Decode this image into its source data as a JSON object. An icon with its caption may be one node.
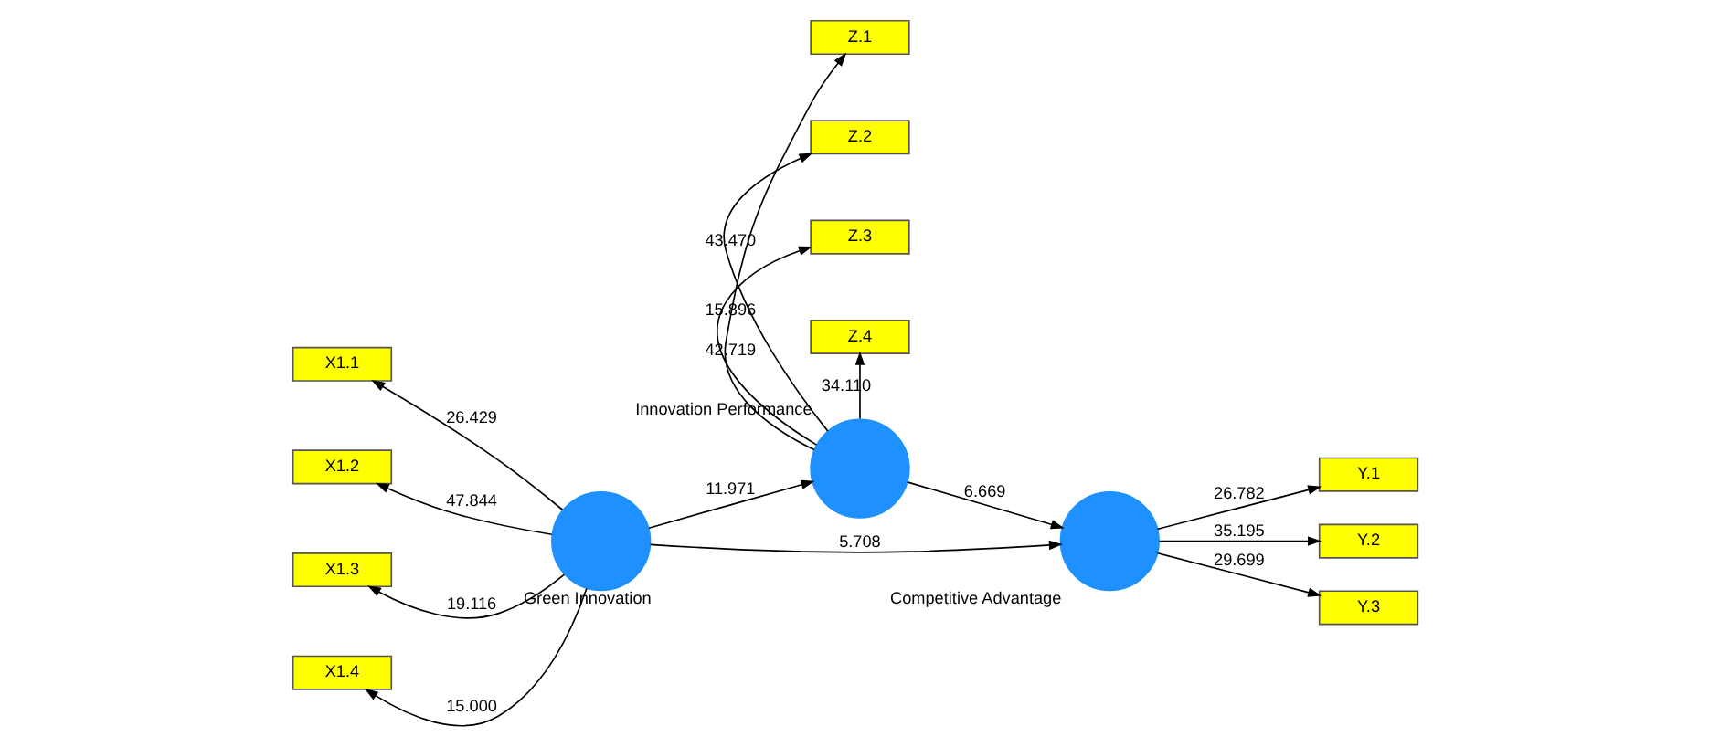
{
  "diagram": {
    "nodes": [
      {
        "text": [
          "Z.1"
        ]
      },
      {
        "text": [
          "Z.2"
        ]
      },
      {
        "text": [
          "Z.3"
        ]
      },
      {
        "text": [
          "Z.4"
        ]
      },
      {
        "text": [],
        "shape": "circle",
        "beside": [
          "Innovation Performance"
        ]
      },
      {
        "text": [
          "X1.1"
        ]
      },
      {
        "text": [
          "X1.2"
        ]
      },
      {
        "text": [
          "X1.3"
        ]
      },
      {
        "text": [
          "X1.4"
        ]
      },
      {
        "text": [],
        "shape": "circle",
        "beside": [
          "Green Innovation"
        ]
      },
      {
        "text": [
          "Y.1"
        ]
      },
      {
        "text": [
          "Y.2"
        ]
      },
      {
        "text": [
          "Y.3"
        ]
      },
      {
        "text": [],
        "shape": "circle",
        "beside": [
          "Competitive Advantage"
        ]
      }
    ],
    "edges": [
      {
        "from": 4,
        "to": 0,
        "arrow": "to",
        "label": "42.719"
      },
      {
        "from": 4,
        "to": 1,
        "arrow": "to",
        "label": "43.470"
      },
      {
        "from": 4,
        "to": 2,
        "arrow": "to",
        "label": "15.896"
      },
      {
        "from": 4,
        "to": 3,
        "arrow": "to",
        "label": "34.110"
      },
      {
        "from": 9,
        "to": 5,
        "arrow": "to",
        "label": "26.429"
      },
      {
        "from": 9,
        "to": 6,
        "arrow": "to",
        "label": "47.844"
      },
      {
        "from": 9,
        "to": 7,
        "arrow": "to",
        "label": "19.116"
      },
      {
        "from": 9,
        "to": 8,
        "arrow": "to",
        "label": "15.000"
      },
      {
        "from": 9,
        "to": 4,
        "arrow": "to",
        "label": "11.971"
      },
      {
        "from": 4,
        "to": 13,
        "arrow": "to",
        "label": "6.669"
      },
      {
        "from": 9,
        "to": 13,
        "arrow": "to",
        "label": "5.708"
      },
      {
        "from": 13,
        "to": 10,
        "arrow": "to",
        "label": "26.782"
      },
      {
        "from": 13,
        "to": 11,
        "arrow": "to",
        "label": "35.195"
      },
      {
        "from": 13,
        "to": 12,
        "arrow": "to",
        "label": "29.699"
      }
    ]
  }
}
